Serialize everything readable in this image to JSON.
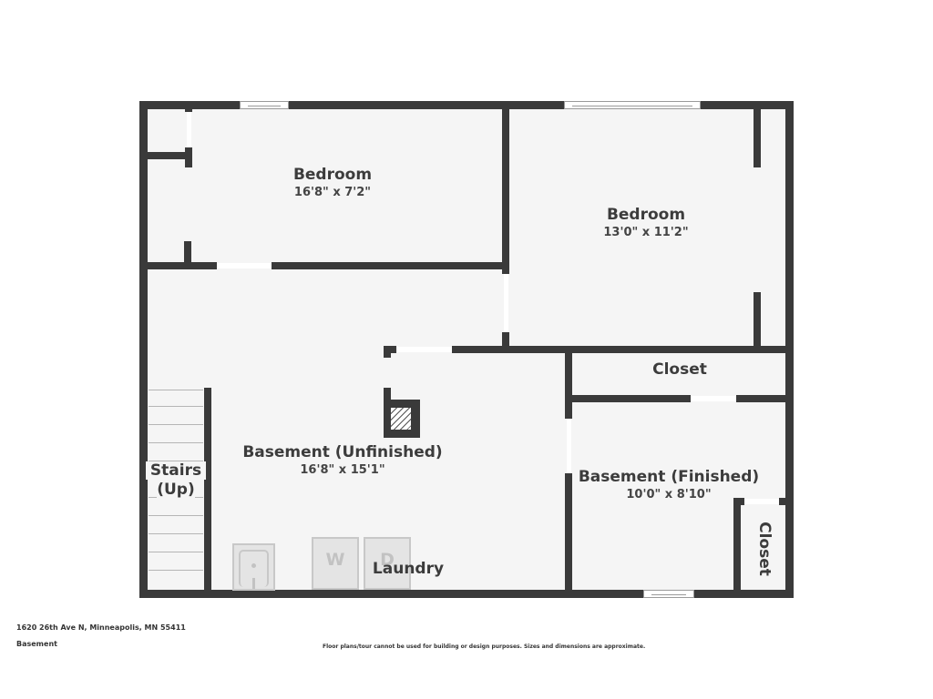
{
  "plan": {
    "floor_name": "Basement",
    "address": "1620 26th Ave N, Minneapolis, MN 55411",
    "disclaimer": "Floor plans/tour cannot be used for building or design purposes. Sizes and dimensions are approximate.",
    "colors": {
      "wall": "#3a3a3a",
      "floor": "#f5f5f5",
      "background": "#ffffff",
      "text": "#3c3c3c",
      "fixture": "#e4e4e4"
    }
  },
  "rooms": {
    "bedroom_1": {
      "name": "Bedroom",
      "dimensions": "16'8\" x 7'2\""
    },
    "bedroom_2": {
      "name": "Bedroom",
      "dimensions": "13'0\" x 11'2\""
    },
    "basement_unfinished": {
      "name": "Basement (Unfinished)",
      "dimensions": "16'8\" x 15'1\""
    },
    "basement_finished": {
      "name": "Basement (Finished)",
      "dimensions": "10'0\" x 8'10\""
    },
    "closet_top": {
      "name": "Closet"
    },
    "closet_side": {
      "name": "Closet"
    },
    "stairs": {
      "line1": "Stairs",
      "line2": "(Up)"
    },
    "laundry": {
      "name": "Laundry"
    }
  },
  "fixtures": {
    "washer": "W",
    "dryer": "D",
    "sink": "sink"
  }
}
